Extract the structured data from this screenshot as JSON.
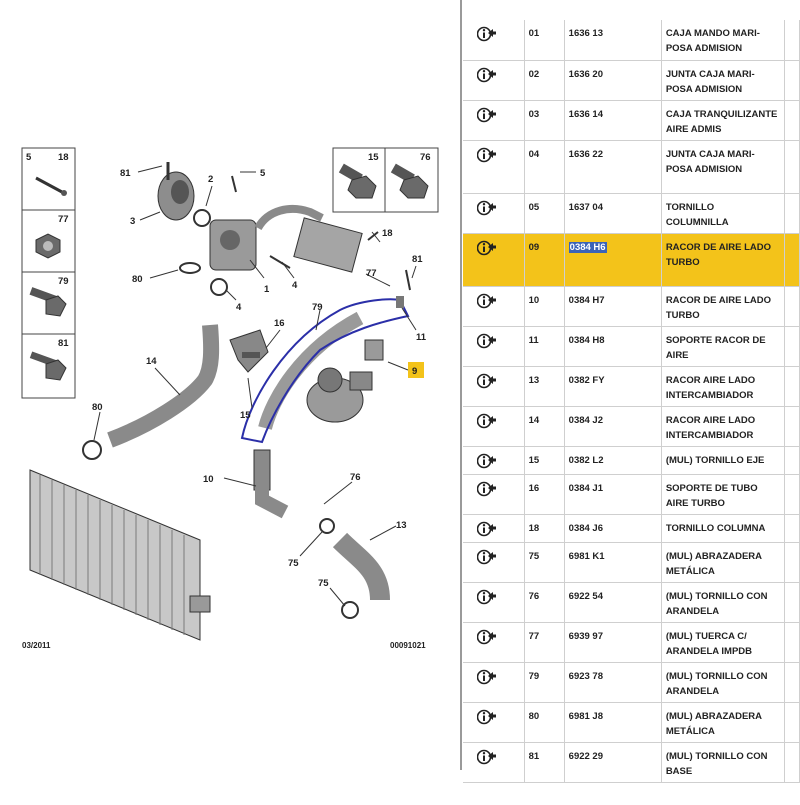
{
  "diagram": {
    "date_code": "03/2011",
    "diagram_number": "00091021",
    "callouts": {
      "c81a": "81",
      "c2": "2",
      "c5": "5",
      "c3": "3",
      "c1": "1",
      "c4a": "4",
      "c4b": "4",
      "c18": "18",
      "c77": "77",
      "c81b": "81",
      "c11": "11",
      "c79": "79",
      "c80a": "80",
      "c14": "14",
      "c16": "16",
      "c15": "15",
      "c9": "9",
      "c80b": "80",
      "c10": "10",
      "c76": "76",
      "c13": "13",
      "c75a": "75",
      "c75b": "75"
    },
    "legend": {
      "box_5_18": {
        "left": "5",
        "right": "18"
      },
      "box_77": "77",
      "box_79": "79",
      "box_81": "81",
      "box_15_76": {
        "left": "15",
        "right": "76"
      }
    },
    "highlight_color": "#2b2fa8",
    "marker_color": "#f3c31a"
  },
  "parts": [
    {
      "num": "01",
      "ref": "1636 13",
      "desc": "CAJA MANDO MARI- POSA ADMISION",
      "selected": false
    },
    {
      "num": "02",
      "ref": "1636 20",
      "desc": "JUNTA CAJA MARI- POSA ADMISION",
      "selected": false
    },
    {
      "num": "03",
      "ref": "1636 14",
      "desc": "CAJA TRANQUILIZANTE AIRE ADMIS",
      "selected": false
    },
    {
      "num": "04",
      "ref": "1636 22",
      "desc": "JUNTA CAJA MARI- POSA ADMISION",
      "selected": false
    },
    {
      "num": "05",
      "ref": "1637 04",
      "desc": "TORNILLO COLUMNILLA",
      "selected": false
    },
    {
      "num": "09",
      "ref": "0384 H6",
      "desc": "RACOR DE AIRE LADO TURBO",
      "selected": true
    },
    {
      "num": "10",
      "ref": "0384 H7",
      "desc": "RACOR DE AIRE LADO TURBO",
      "selected": false
    },
    {
      "num": "11",
      "ref": "0384 H8",
      "desc": "SOPORTE RACOR DE AIRE",
      "selected": false
    },
    {
      "num": "13",
      "ref": "0382 FY",
      "desc": "RACOR AIRE LADO INTERCAMBIADOR",
      "selected": false
    },
    {
      "num": "14",
      "ref": "0384 J2",
      "desc": "RACOR AIRE LADO INTERCAMBIADOR",
      "selected": false
    },
    {
      "num": "15",
      "ref": "0382 L2",
      "desc": "(MUL) TORNILLO EJE",
      "selected": false
    },
    {
      "num": "16",
      "ref": "0384 J1",
      "desc": "SOPORTE DE TUBO AIRE TURBO",
      "selected": false
    },
    {
      "num": "18",
      "ref": "0384 J6",
      "desc": "TORNILLO COLUMNA",
      "selected": false
    },
    {
      "num": "75",
      "ref": "6981 K1",
      "desc": "(MUL) ABRAZADERA METÁLICA",
      "selected": false
    },
    {
      "num": "76",
      "ref": "6922 54",
      "desc": "(MUL) TORNILLO CON ARANDELA",
      "selected": false
    },
    {
      "num": "77",
      "ref": "6939 97",
      "desc": "(MUL) TUERCA C/ ARANDELA IMPDB",
      "selected": false
    },
    {
      "num": "79",
      "ref": "6923 78",
      "desc": "(MUL) TORNILLO CON ARANDELA",
      "selected": false
    },
    {
      "num": "80",
      "ref": "6981 J8",
      "desc": "(MUL) ABRAZADERA METÁLICA",
      "selected": false
    },
    {
      "num": "81",
      "ref": "6922 29",
      "desc": "(MUL) TORNILLO CON BASE",
      "selected": false
    }
  ]
}
